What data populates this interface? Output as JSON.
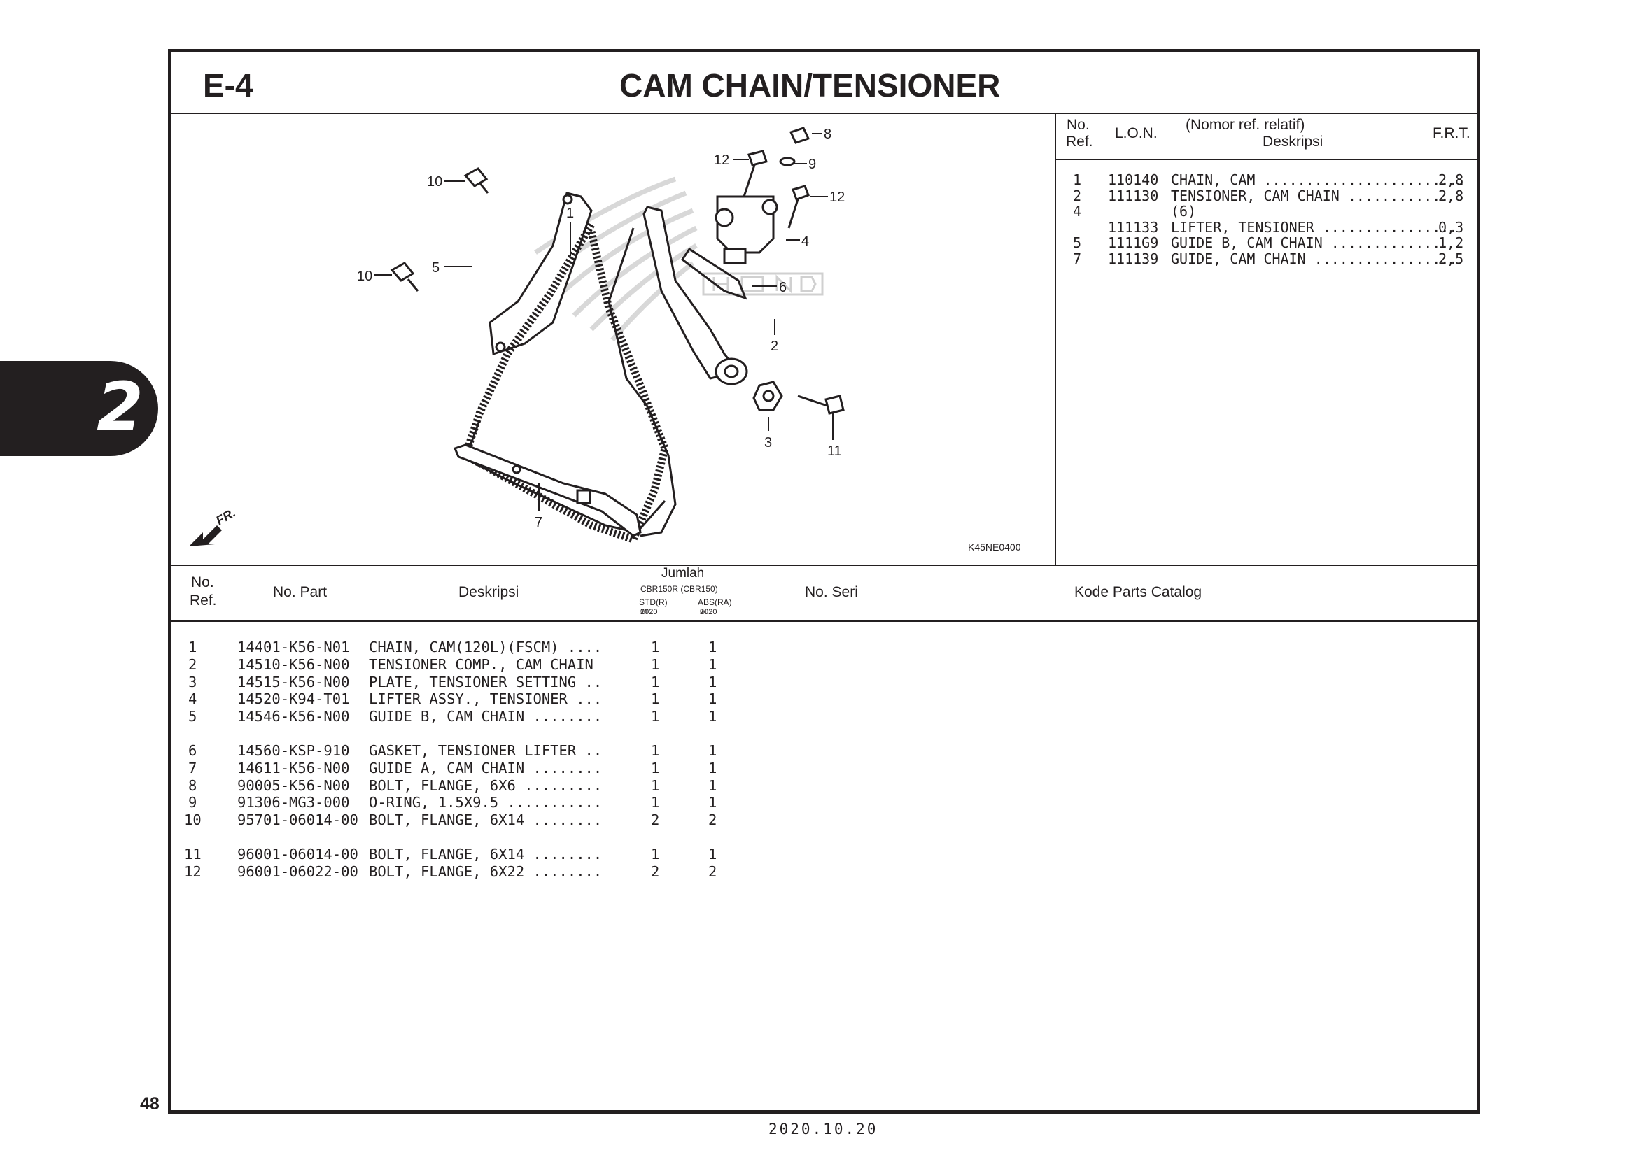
{
  "section_tab": "2",
  "page_number": "48",
  "footer_date": "2020.10.20",
  "header": {
    "code": "E-4",
    "title": "CAM CHAIN/TENSIONER"
  },
  "diagram": {
    "code": "K45NE0400",
    "front_label": "FR.",
    "callouts": [
      "1",
      "2",
      "3",
      "4",
      "5",
      "6",
      "7",
      "8",
      "9",
      "10",
      "10",
      "11",
      "12",
      "12"
    ]
  },
  "frt_table": {
    "headers": {
      "no": "No.",
      "ref": "Ref.",
      "lon": "L.O.N.",
      "nomor": "(Nomor ref. relatif)",
      "deskripsi": "Deskripsi",
      "frt": "F.R.T."
    },
    "rows": [
      {
        "ref": "1",
        "lon": "110140",
        "desc": "CHAIN, CAM ........................",
        "frt": "2,8"
      },
      {
        "ref": "2",
        "lon": "111130",
        "desc": "TENSIONER, CAM CHAIN ............",
        "frt": "2,8"
      },
      {
        "ref": "4",
        "lon": "",
        "desc": "(6)",
        "frt": ""
      },
      {
        "ref": "",
        "lon": "111133",
        "desc": "LIFTER, TENSIONER ................",
        "frt": "0,3"
      },
      {
        "ref": "5",
        "lon": "1111G9",
        "desc": "GUIDE B, CAM CHAIN ..............",
        "frt": "1,2"
      },
      {
        "ref": "7",
        "lon": "111139",
        "desc": "GUIDE, CAM CHAIN .................",
        "frt": "2,5"
      }
    ]
  },
  "parts_table": {
    "headers": {
      "no": "No.",
      "ref": "Ref.",
      "part": "No. Part",
      "desc": "Deskripsi",
      "jumlah": "Jumlah",
      "model": "CBR150R (CBR150)",
      "std": "STD(R)",
      "abs": "ABS(RA)",
      "year1": "2020",
      "year2": "2020",
      "m": "(M)",
      "seri": "No. Seri",
      "kode": "Kode Parts Catalog"
    },
    "groups": [
      [
        {
          "ref": "1",
          "part": "14401-K56-N01",
          "desc": "CHAIN, CAM(120L)(FSCM) ....",
          "std": "1",
          "abs": "1"
        },
        {
          "ref": "2",
          "part": "14510-K56-N00",
          "desc": "TENSIONER COMP., CAM CHAIN",
          "std": "1",
          "abs": "1"
        },
        {
          "ref": "3",
          "part": "14515-K56-N00",
          "desc": "PLATE, TENSIONER SETTING ..",
          "std": "1",
          "abs": "1"
        },
        {
          "ref": "4",
          "part": "14520-K94-T01",
          "desc": "LIFTER ASSY., TENSIONER ...",
          "std": "1",
          "abs": "1"
        },
        {
          "ref": "5",
          "part": "14546-K56-N00",
          "desc": "GUIDE B, CAM CHAIN ........",
          "std": "1",
          "abs": "1"
        }
      ],
      [
        {
          "ref": "6",
          "part": "14560-KSP-910",
          "desc": "GASKET, TENSIONER LIFTER ..",
          "std": "1",
          "abs": "1"
        },
        {
          "ref": "7",
          "part": "14611-K56-N00",
          "desc": "GUIDE A, CAM CHAIN ........",
          "std": "1",
          "abs": "1"
        },
        {
          "ref": "8",
          "part": "90005-K56-N00",
          "desc": "BOLT, FLANGE, 6X6 .........",
          "std": "1",
          "abs": "1"
        },
        {
          "ref": "9",
          "part": "91306-MG3-000",
          "desc": "O-RING, 1.5X9.5 ...........",
          "std": "1",
          "abs": "1"
        },
        {
          "ref": "10",
          "part": "95701-06014-00",
          "desc": "BOLT, FLANGE, 6X14 ........",
          "std": "2",
          "abs": "2"
        }
      ],
      [
        {
          "ref": "11",
          "part": "96001-06014-00",
          "desc": "BOLT, FLANGE, 6X14 ........",
          "std": "1",
          "abs": "1"
        },
        {
          "ref": "12",
          "part": "96001-06022-00",
          "desc": "BOLT, FLANGE, 6X22 ........",
          "std": "2",
          "abs": "2"
        }
      ]
    ]
  }
}
